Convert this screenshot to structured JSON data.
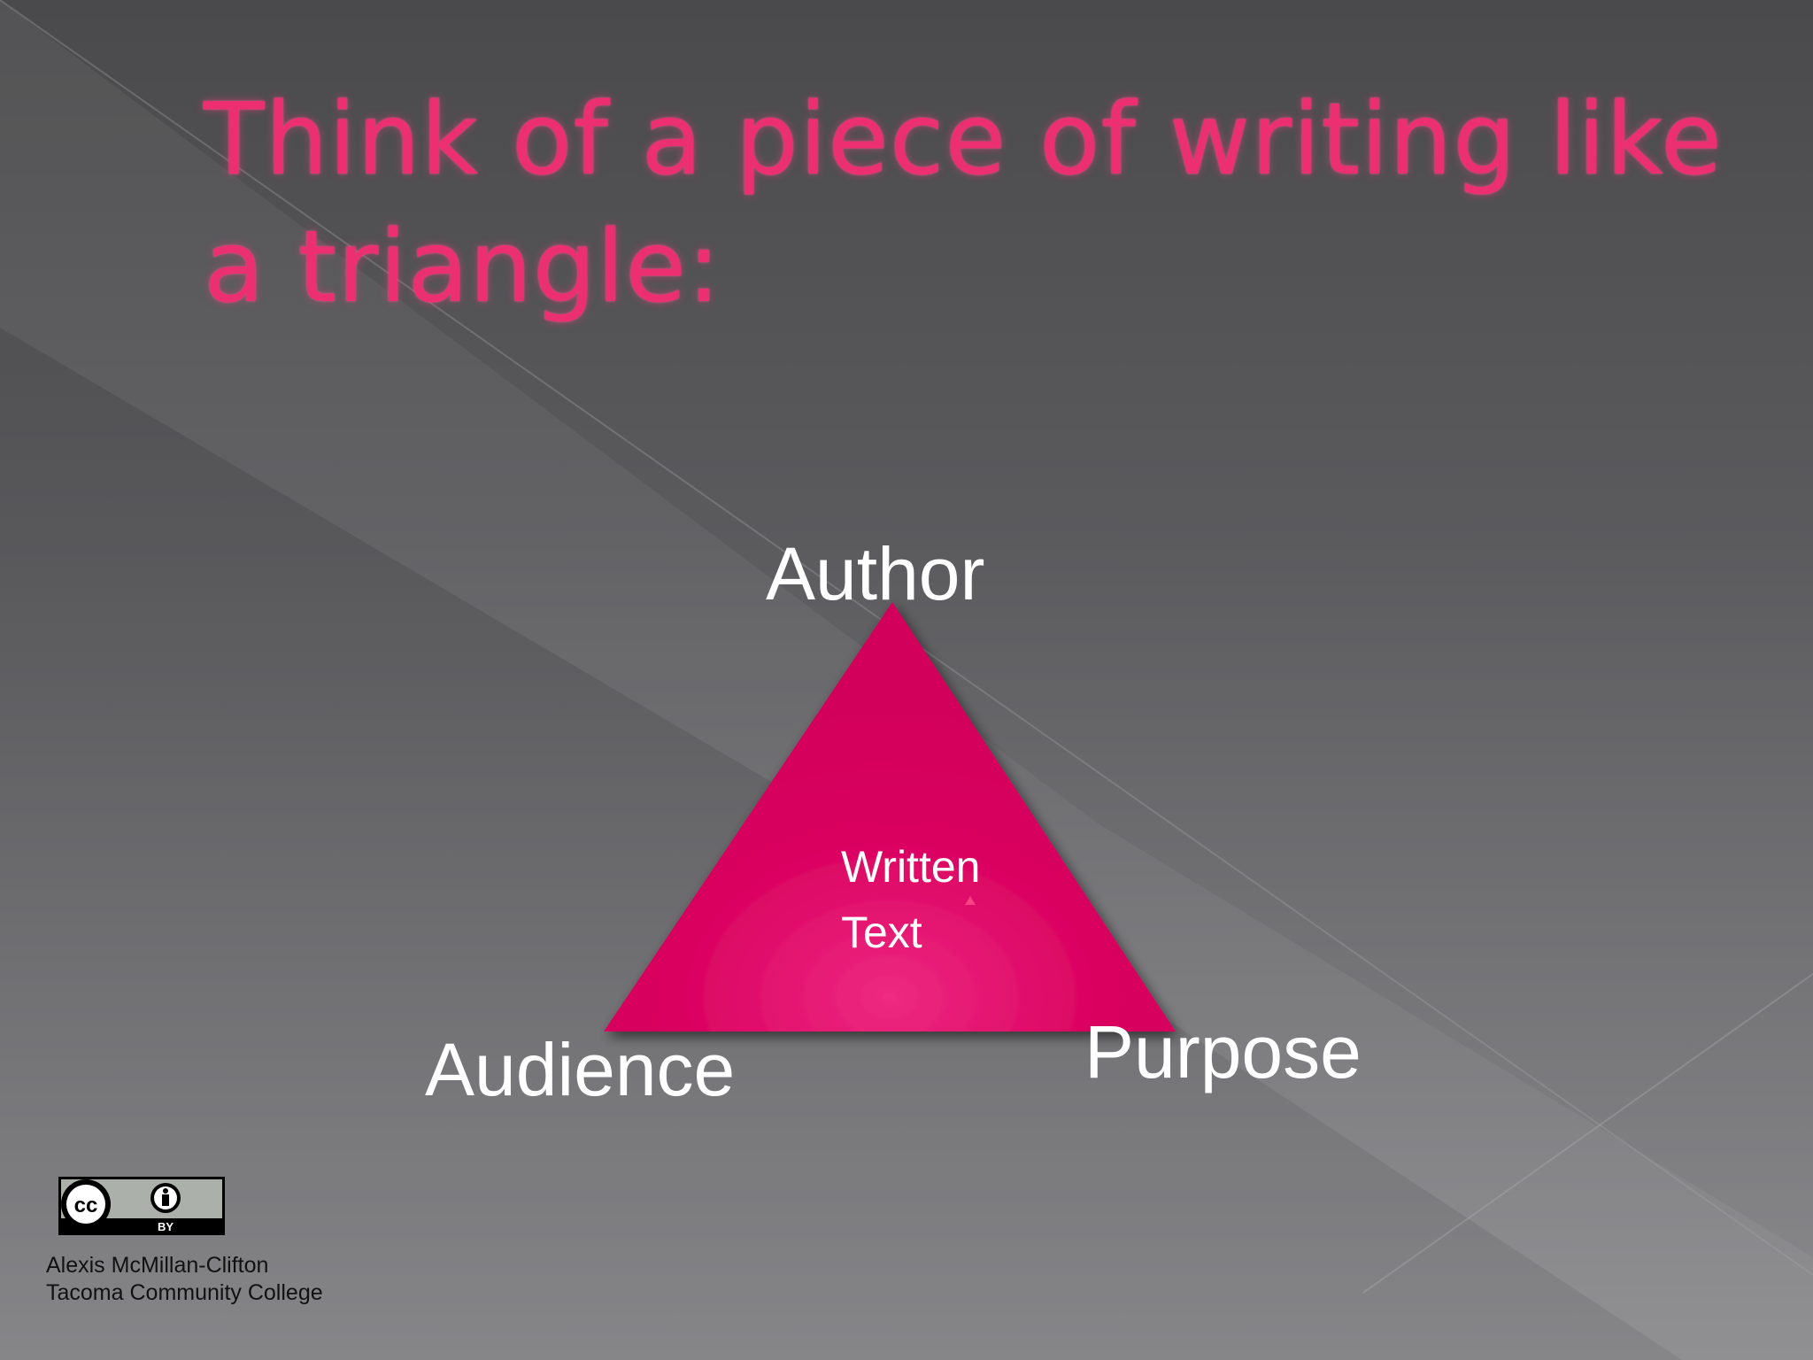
{
  "slide": {
    "title": "Think of a piece of writing like a triangle:",
    "colors": {
      "title": "#ec2f70",
      "triangle": "#d6005c",
      "triangle_highlight": "#ee2a82",
      "label_text": "#ffffff",
      "background_dark": "#4a4a4c",
      "background_light": "#8a8a8d"
    }
  },
  "diagram": {
    "shape": "triangle",
    "vertices": {
      "top": "Author",
      "bottom_left": "Audience",
      "bottom_right": "Purpose"
    },
    "center": {
      "line1": "Written",
      "line2": "Text"
    }
  },
  "license": {
    "icon": "creative-commons-by-icon",
    "badge_cc": "cc",
    "badge_by": "BY"
  },
  "credits": {
    "author": "Alexis McMillan-Clifton",
    "institution": "Tacoma Community College"
  }
}
